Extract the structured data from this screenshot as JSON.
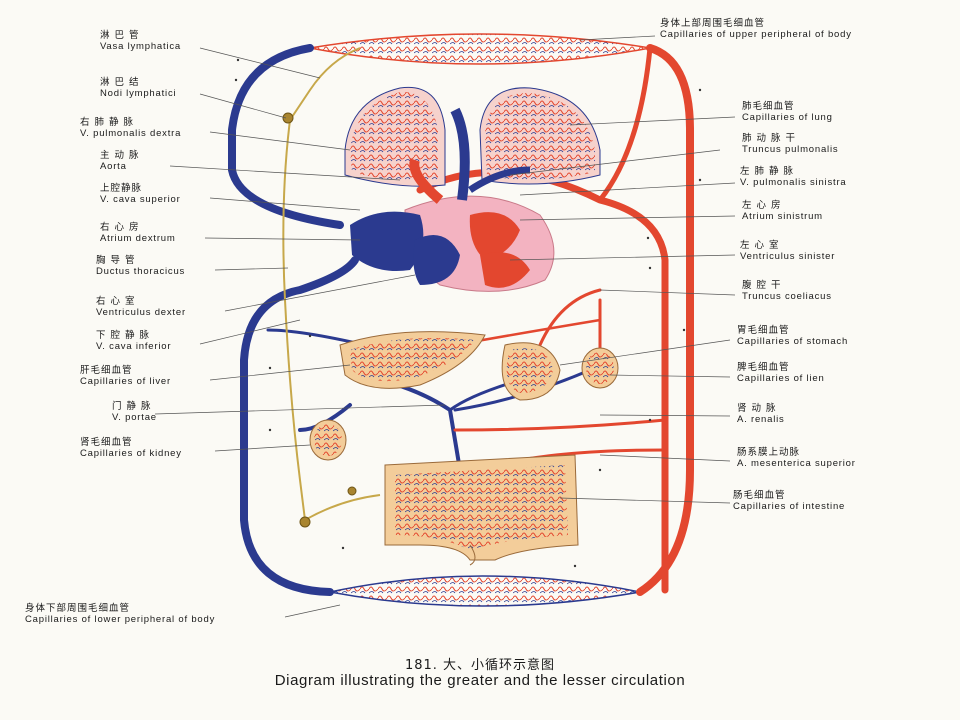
{
  "figure": {
    "number_zh": "181.  大、小循环示意图",
    "title_en": "Diagram illustrating the greater and the lesser circulation"
  },
  "colors": {
    "artery": "#e3472f",
    "vein": "#2b3a8f",
    "lymph": "#c7a84a",
    "organ": "#f3cd9a",
    "heart_pink": "#f3b3c1",
    "lung": "#f6d2cc",
    "leader_line": "#555555"
  },
  "labels_left": [
    {
      "zh": "淋 巴 管",
      "la": "Vasa lymphatica"
    },
    {
      "zh": "淋 巴 结",
      "la": "Nodi lymphatici"
    },
    {
      "zh": "右 肺 静 脉",
      "la": "V. pulmonalis dextra"
    },
    {
      "zh": "主 动 脉",
      "la": "Aorta"
    },
    {
      "zh": "上腔静脉",
      "la": "V. cava superior"
    },
    {
      "zh": "右 心 房",
      "la": "Atrium dextrum"
    },
    {
      "zh": "胸 导 管",
      "la": "Ductus thoracicus"
    },
    {
      "zh": "右 心 室",
      "la": "Ventriculus dexter"
    },
    {
      "zh": "下 腔 静 脉",
      "la": "V. cava inferior"
    },
    {
      "zh": "肝毛细血管",
      "la": "Capillaries of liver"
    },
    {
      "zh": "门 静 脉",
      "la": "V. portae"
    },
    {
      "zh": "肾毛细血管",
      "la": "Capillaries of kidney"
    },
    {
      "zh": "身体下部周围毛细血管",
      "la": "Capillaries of lower peripheral of body"
    }
  ],
  "labels_right": [
    {
      "zh": "身体上部周围毛细血管",
      "la": "Capillaries of upper peripheral of body"
    },
    {
      "zh": "肺毛细血管",
      "la": "Capillaries of lung"
    },
    {
      "zh": "肺 动 脉 干",
      "la": "Truncus pulmonalis"
    },
    {
      "zh": "左 肺 静 脉",
      "la": "V. pulmonalis sinistra"
    },
    {
      "zh": "左 心 房",
      "la": "Atrium sinistrum"
    },
    {
      "zh": "左 心 室",
      "la": "Ventriculus sinister"
    },
    {
      "zh": "腹 腔 干",
      "la": "Truncus coeliacus"
    },
    {
      "zh": "胃毛细血管",
      "la": "Capillaries of stomach"
    },
    {
      "zh": "脾毛细血管",
      "la": "Capillaries of lien"
    },
    {
      "zh": "肾 动 脉",
      "la": "A. renalis"
    },
    {
      "zh": "肠系膜上动脉",
      "la": "A. mesenterica superior"
    },
    {
      "zh": "肠毛细血管",
      "la": "Capillaries of intestine"
    }
  ]
}
